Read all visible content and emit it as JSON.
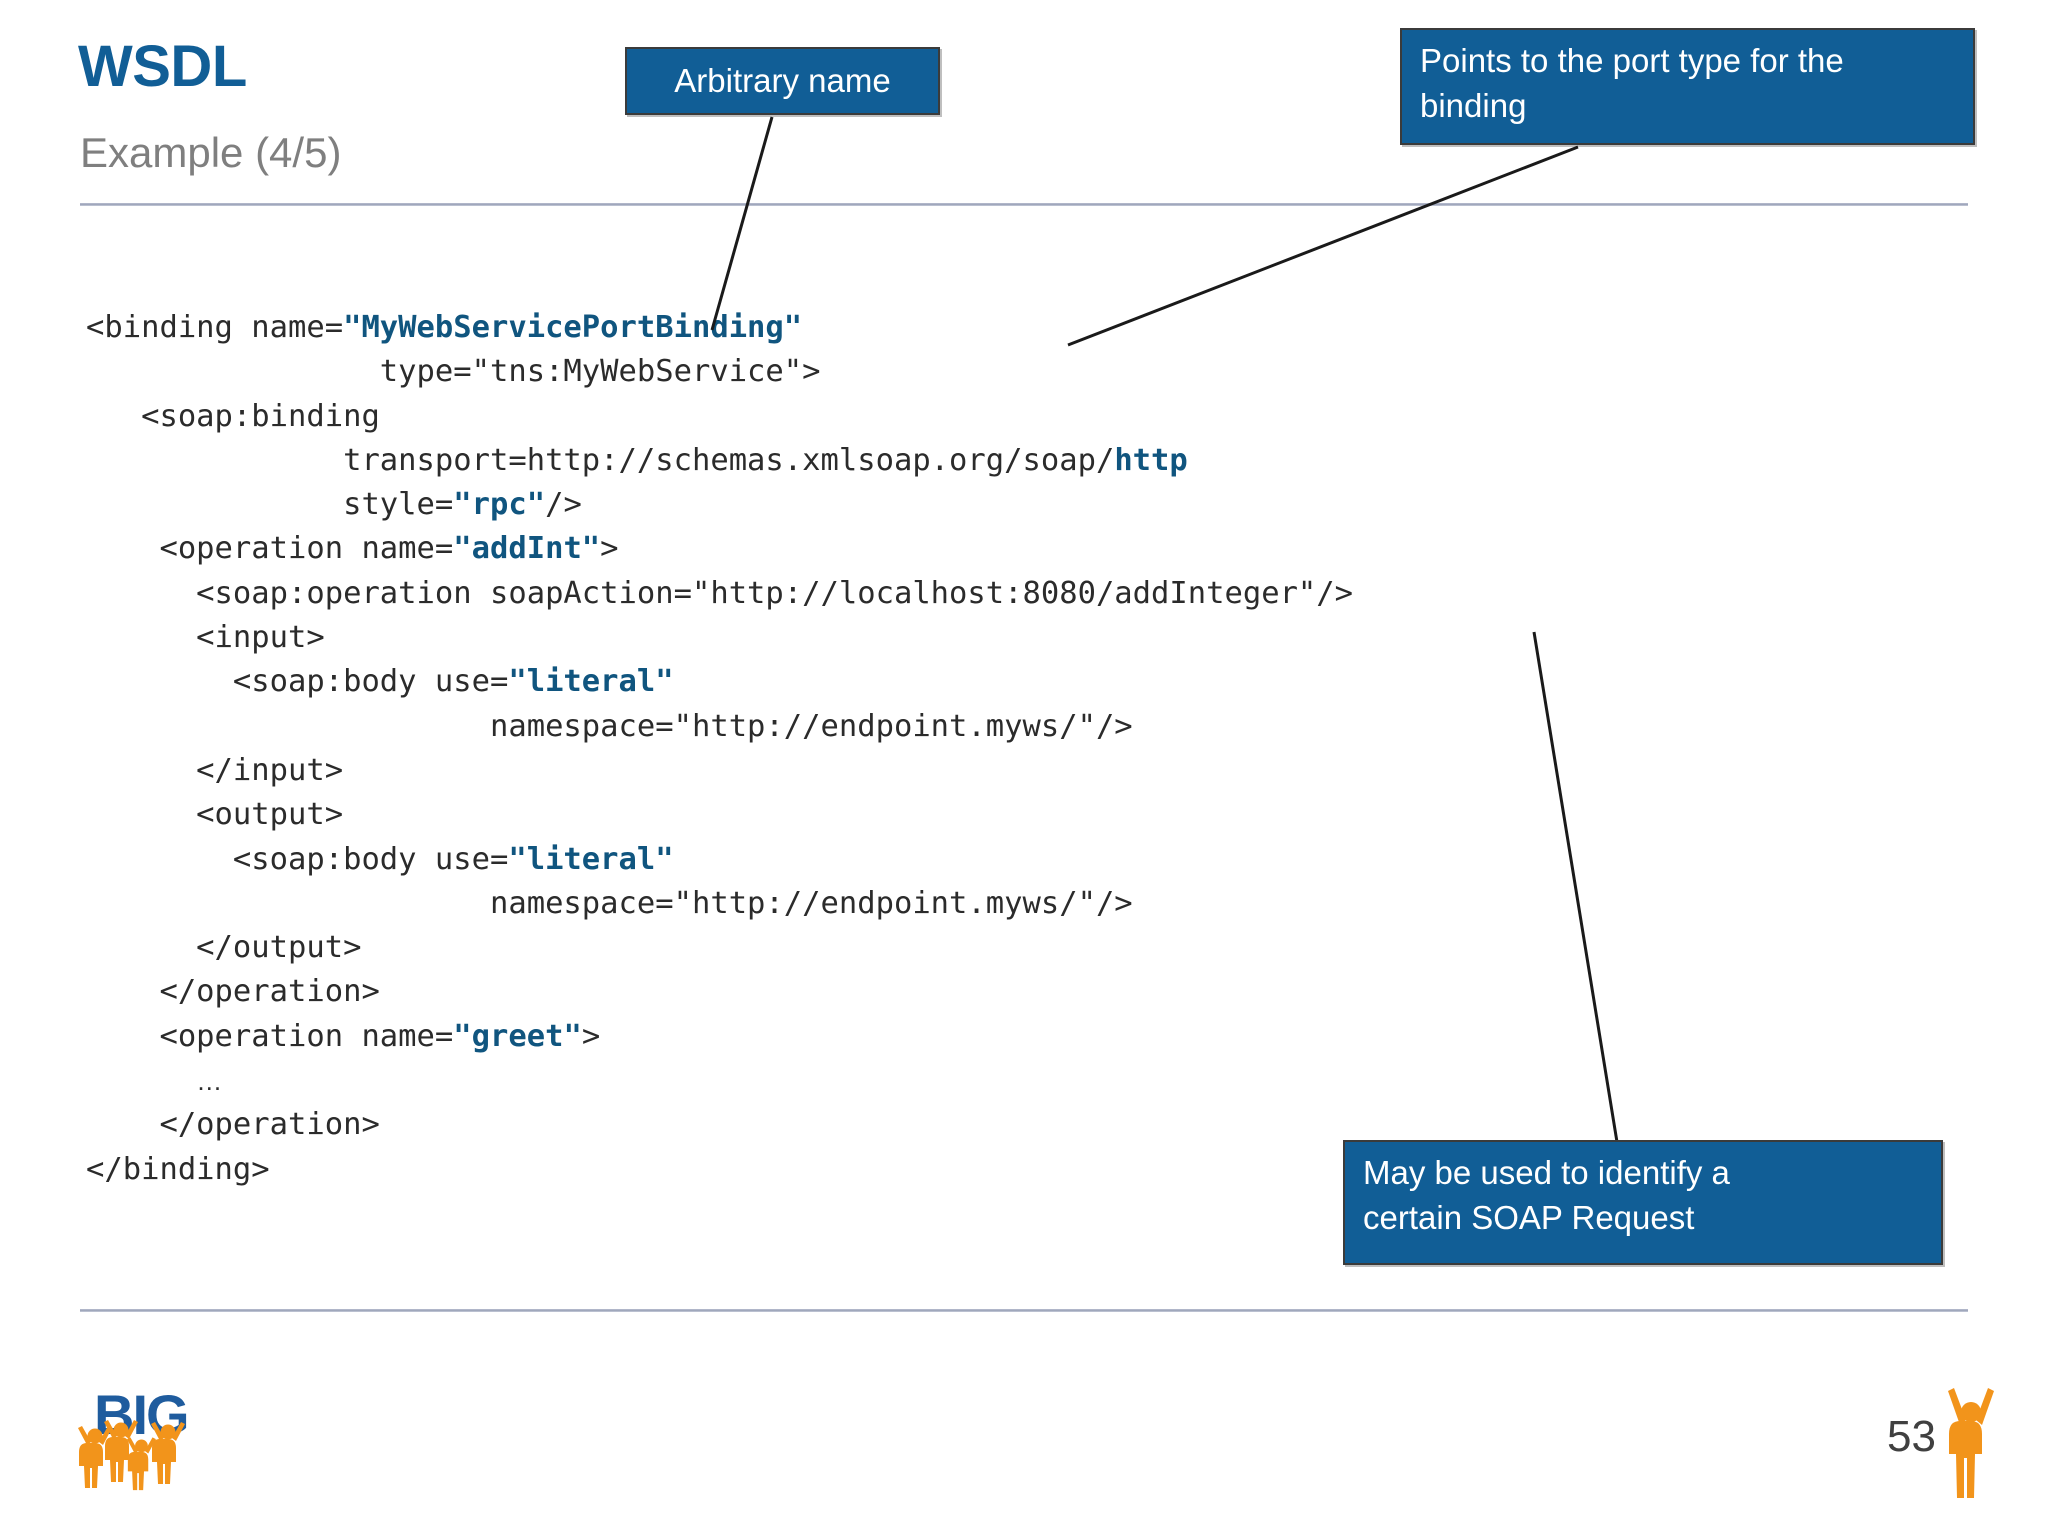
{
  "slide": {
    "title": "WSDL",
    "subtitle": "Example (4/5)",
    "page_number": "53",
    "accent_blue": "#115E96",
    "callout_blue": "#115E96",
    "code_highlight_blue": "#10557F",
    "subtitle_gray": "#7F7F7F",
    "rule_color": "#9AA2B8",
    "logo_orange": "#F2941B"
  },
  "callouts": [
    {
      "id": "arbitrary-name",
      "text": "Arbitrary name"
    },
    {
      "id": "port-type",
      "line1": "Points to the port type for the",
      "line2": "binding",
      "text": "Points to the port type for the binding"
    },
    {
      "id": "soap-request",
      "line1": "May be used to identify a",
      "line2": "certain SOAP Request",
      "text": "May be used to identify a certain SOAP Request"
    }
  ],
  "code": {
    "language": "xml",
    "lines": [
      "<binding name=\"MyWebServicePortBinding\"",
      "                type=\"tns:MyWebService\">",
      "   <soap:binding",
      "              transport=http://schemas.xmlsoap.org/soap/http",
      "              style=\"rpc\"/>",
      "    <operation name=\"addInt\">",
      "      <soap:operation soapAction=\"http://localhost:8080/addInteger\"/>",
      "      <input>",
      "        <soap:body use=\"literal\"",
      "                      namespace=\"http://endpoint.myws/\"/>",
      "      </input>",
      "      <output>",
      "        <soap:body use=\"literal\"",
      "                      namespace=\"http://endpoint.myws/\"/>",
      "      </output>",
      "    </operation>",
      "    <operation name=\"greet\">",
      "      …",
      "    </operation>",
      "</binding>"
    ],
    "highlighted_tokens": [
      "MyWebServicePortBinding",
      "http",
      "rpc",
      "addInt",
      "literal",
      "greet"
    ]
  },
  "logo": {
    "text": "BIG",
    "alt": "BIG research group logo"
  },
  "icons": {
    "logo": "big-logo-icon",
    "footer_figure": "stick-figure-icon"
  }
}
